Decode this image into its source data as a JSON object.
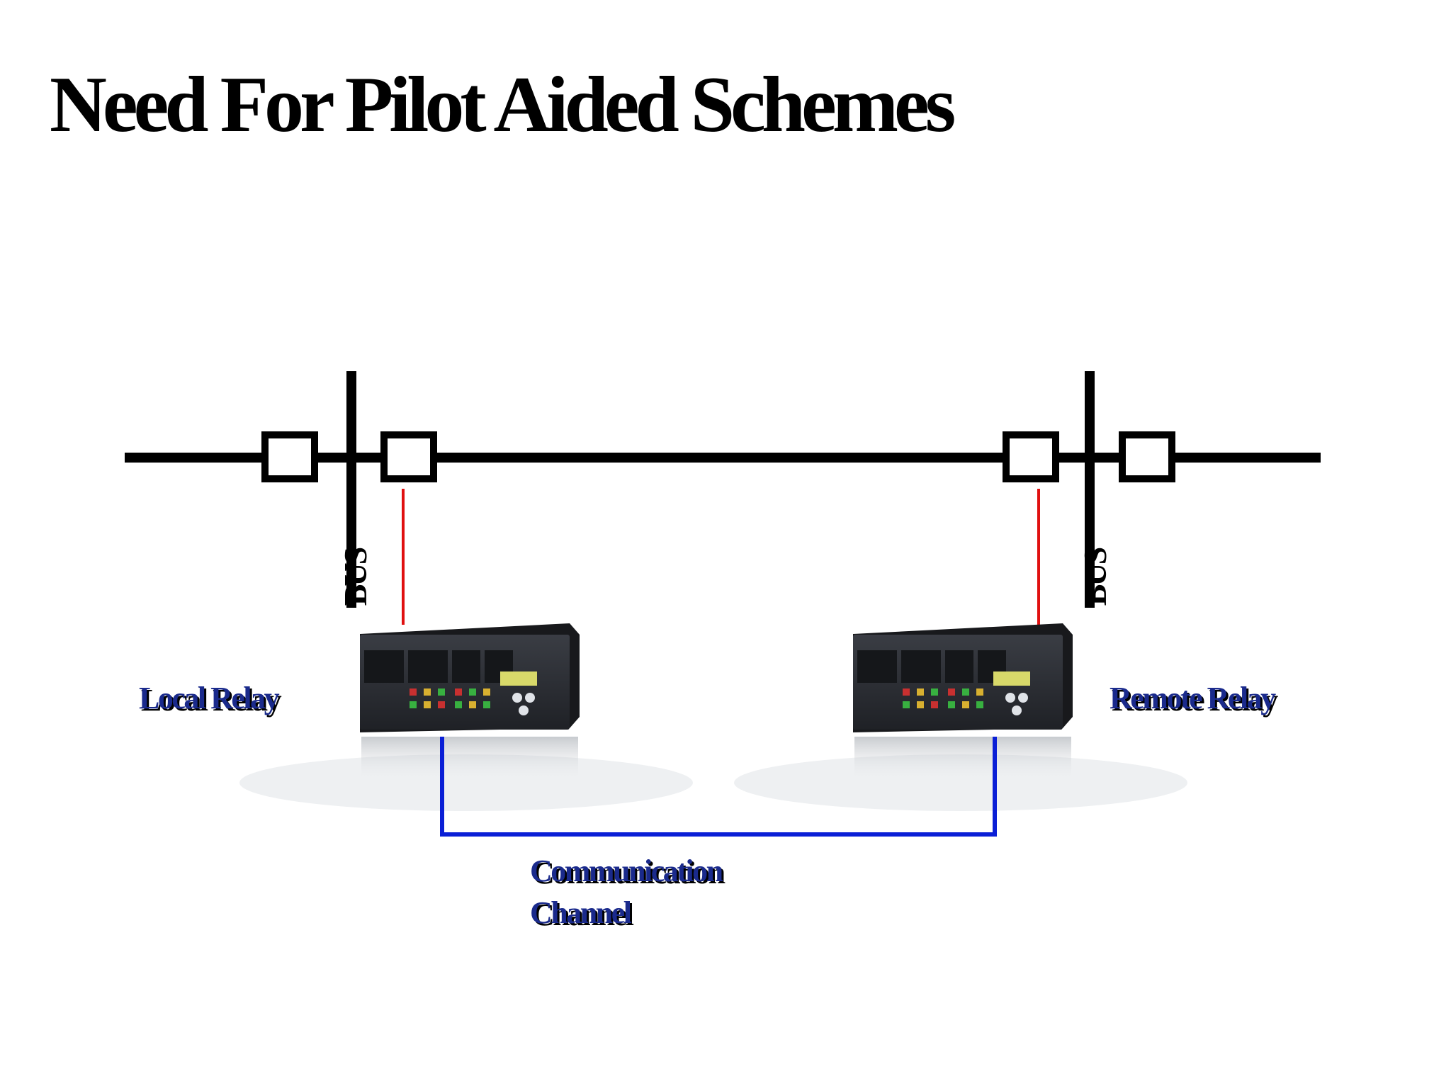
{
  "title": "Need For Pilot Aided Schemes",
  "bus_labels": {
    "left": "BUS",
    "right": "BUS"
  },
  "relays": {
    "local": "Local Relay",
    "remote": "Remote Relay"
  },
  "channel": {
    "line1": "Communication",
    "line2": "Channel"
  },
  "colors": {
    "line": "#000000",
    "ct_connection": "#e01010",
    "comm_channel": "#0a1fd6",
    "label_text": "#1a2a8c",
    "relay_body": "#2c2e33"
  },
  "icons": {
    "breaker": "breaker-box",
    "relay": "relay-device"
  }
}
